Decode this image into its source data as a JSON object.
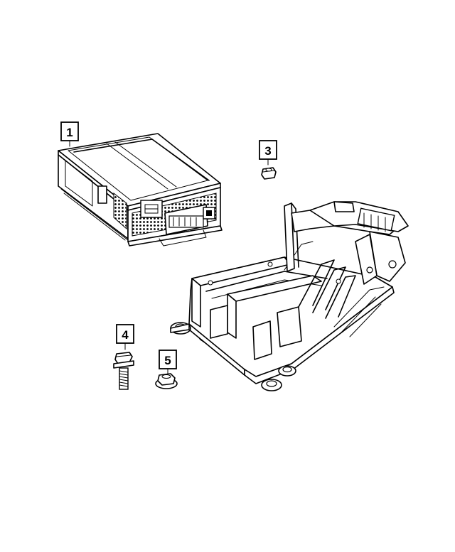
{
  "callouts": [
    {
      "id": "1",
      "label": "1"
    },
    {
      "id": "3",
      "label": "3"
    },
    {
      "id": "4",
      "label": "4"
    },
    {
      "id": "5",
      "label": "5"
    }
  ],
  "parts": [
    {
      "callout": "1",
      "icon": "control-module-icon"
    },
    {
      "callout": "3",
      "icon": "nut-icon"
    },
    {
      "callout": "4",
      "icon": "bolt-icon"
    },
    {
      "callout": "5",
      "icon": "flange-nut-icon"
    },
    {
      "icon": "mounting-bracket-icon"
    }
  ]
}
